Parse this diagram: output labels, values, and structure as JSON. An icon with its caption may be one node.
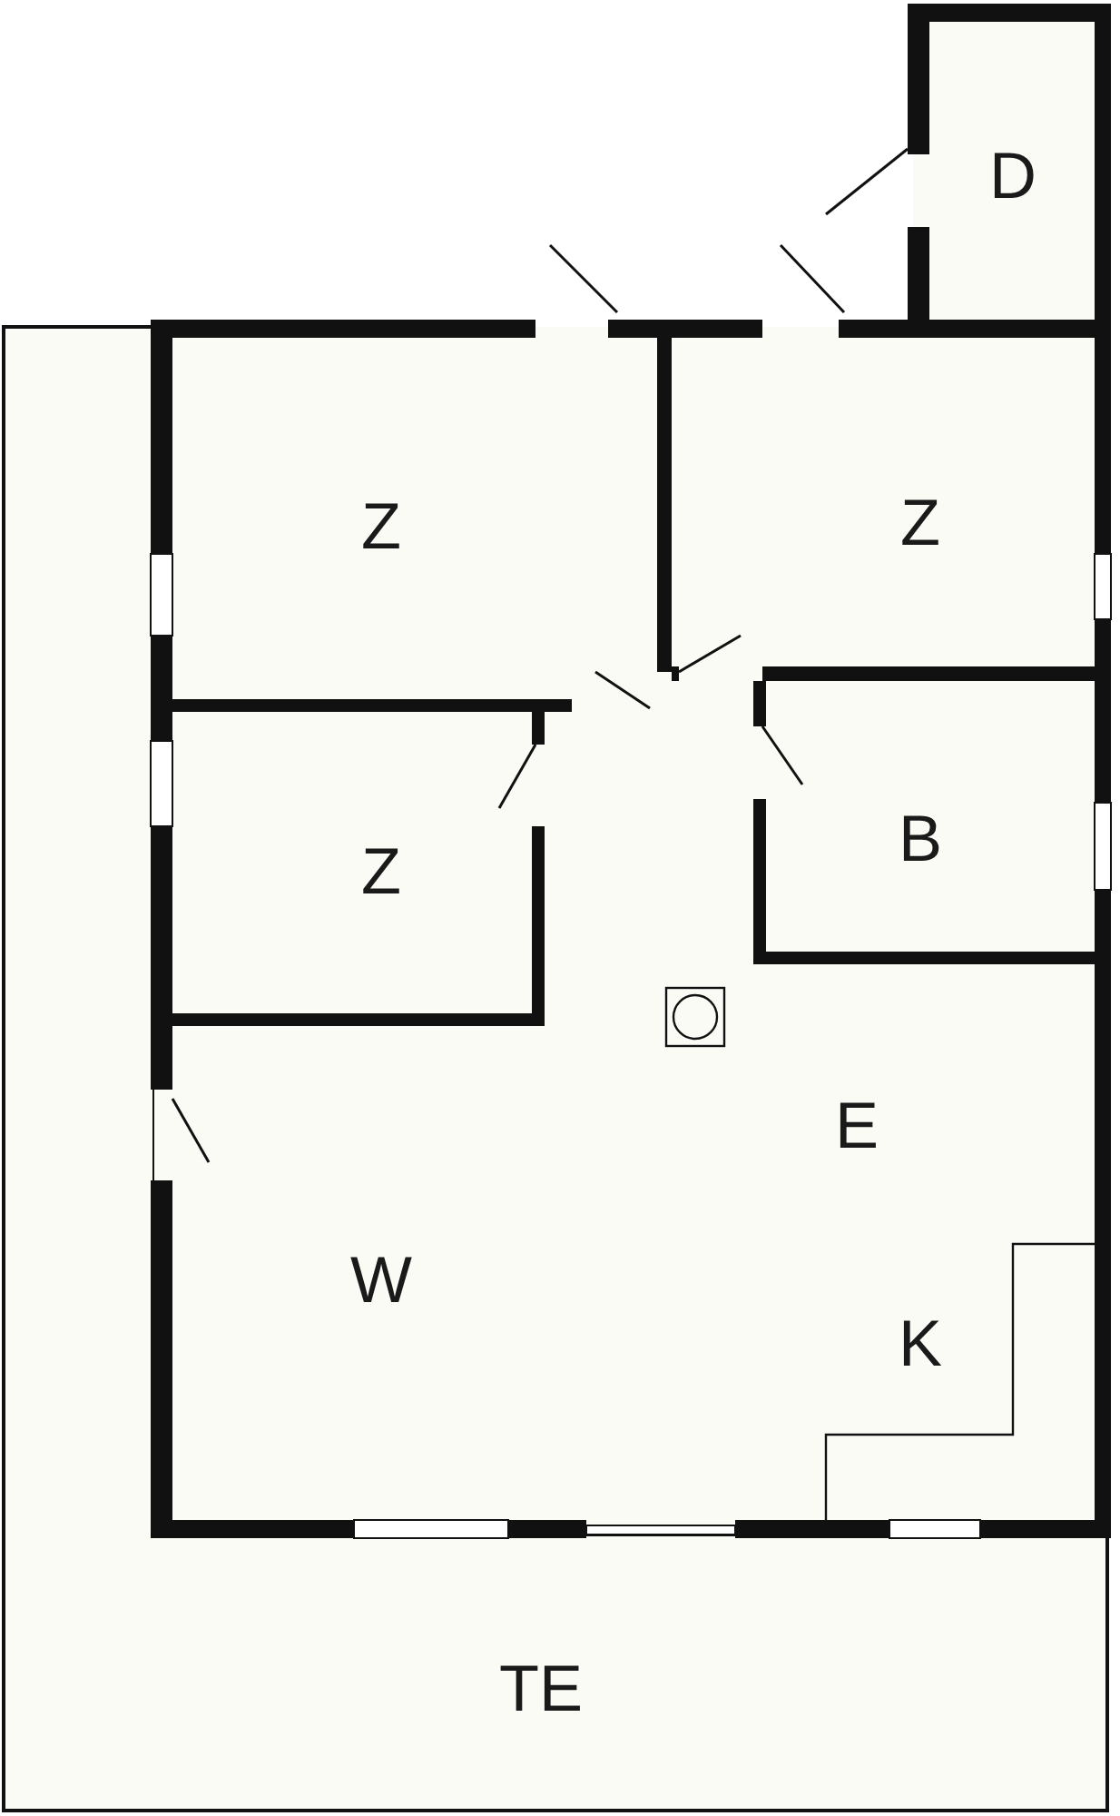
{
  "diagram": {
    "nodes": [
      {
        "text": [
          "D"
        ]
      },
      {
        "text": [
          "Z"
        ]
      },
      {
        "text": [
          "Z"
        ]
      },
      {
        "text": [
          "Z"
        ]
      },
      {
        "text": [
          "B"
        ]
      },
      {
        "text": [
          "E"
        ]
      },
      {
        "text": [
          "W"
        ]
      },
      {
        "text": [
          "K"
        ]
      },
      {
        "text": [
          "TE"
        ]
      }
    ]
  }
}
